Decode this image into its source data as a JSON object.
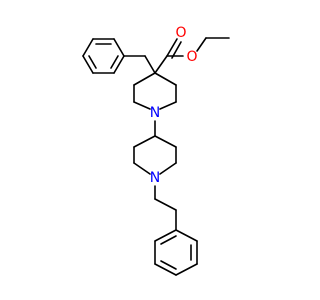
{
  "molecule": {
    "atoms": {
      "o_carbonyl": "O",
      "o_ester": "O",
      "n_top": "N",
      "n_bottom": "N"
    },
    "colors": {
      "bond": "#000000",
      "oxygen": "#ff0000",
      "nitrogen": "#0000ff",
      "background": "#ffffff"
    }
  }
}
